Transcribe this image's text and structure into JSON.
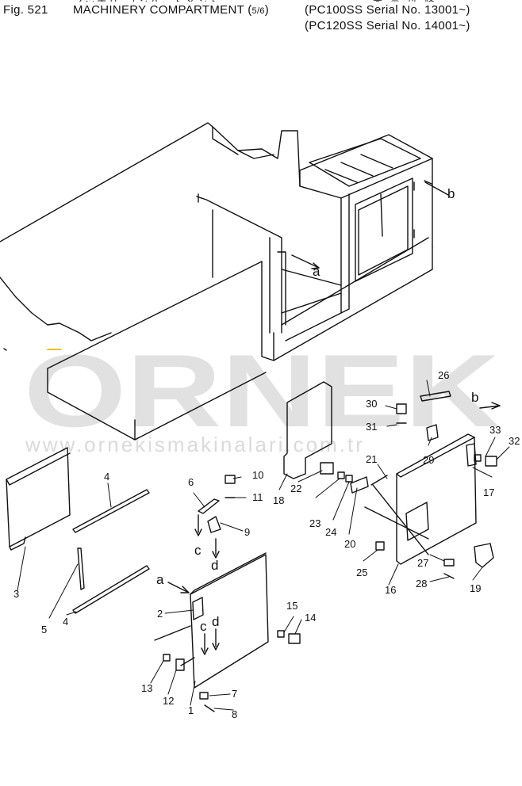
{
  "header": {
    "fig_number": "Fig. 521",
    "title": "MACHINERY COMPARTMENT (5/6)",
    "title_main": "MACHINERY COMPARTMENT (",
    "title_fraction": "5/6",
    "title_close": ")",
    "serial_line_1": "(PC100SS Serial No. 13001~)",
    "serial_line_2": "(PC120SS Serial No. 14001~)"
  },
  "watermark": {
    "logo": "ORNEK",
    "url": "www.ornekismakinalari.com.tr"
  },
  "callouts": [
    "1",
    "2",
    "3",
    "4",
    "4",
    "5",
    "6",
    "7",
    "8",
    "9",
    "10",
    "11",
    "12",
    "13",
    "14",
    "15",
    "16",
    "17",
    "18",
    "19",
    "20",
    "21",
    "22",
    "23",
    "24",
    "25",
    "26",
    "27",
    "28",
    "29",
    "30",
    "31",
    "32",
    "33"
  ],
  "reference_letters": [
    "a",
    "b",
    "c",
    "d",
    "a",
    "b",
    "c",
    "d"
  ],
  "colors": {
    "ink": "#111111",
    "watermark_gray": "#c8c8c8",
    "watermark_accent": "#f0c020"
  }
}
